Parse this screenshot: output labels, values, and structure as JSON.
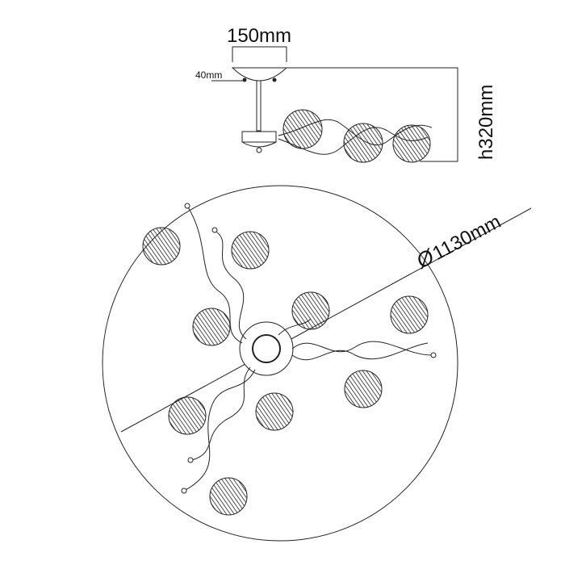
{
  "dimensions": {
    "canopy_width": "150mm",
    "canopy_height": "40mm",
    "total_height": "h320mm",
    "diameter": "1130mm",
    "diameter_symbol": "Ø"
  }
}
